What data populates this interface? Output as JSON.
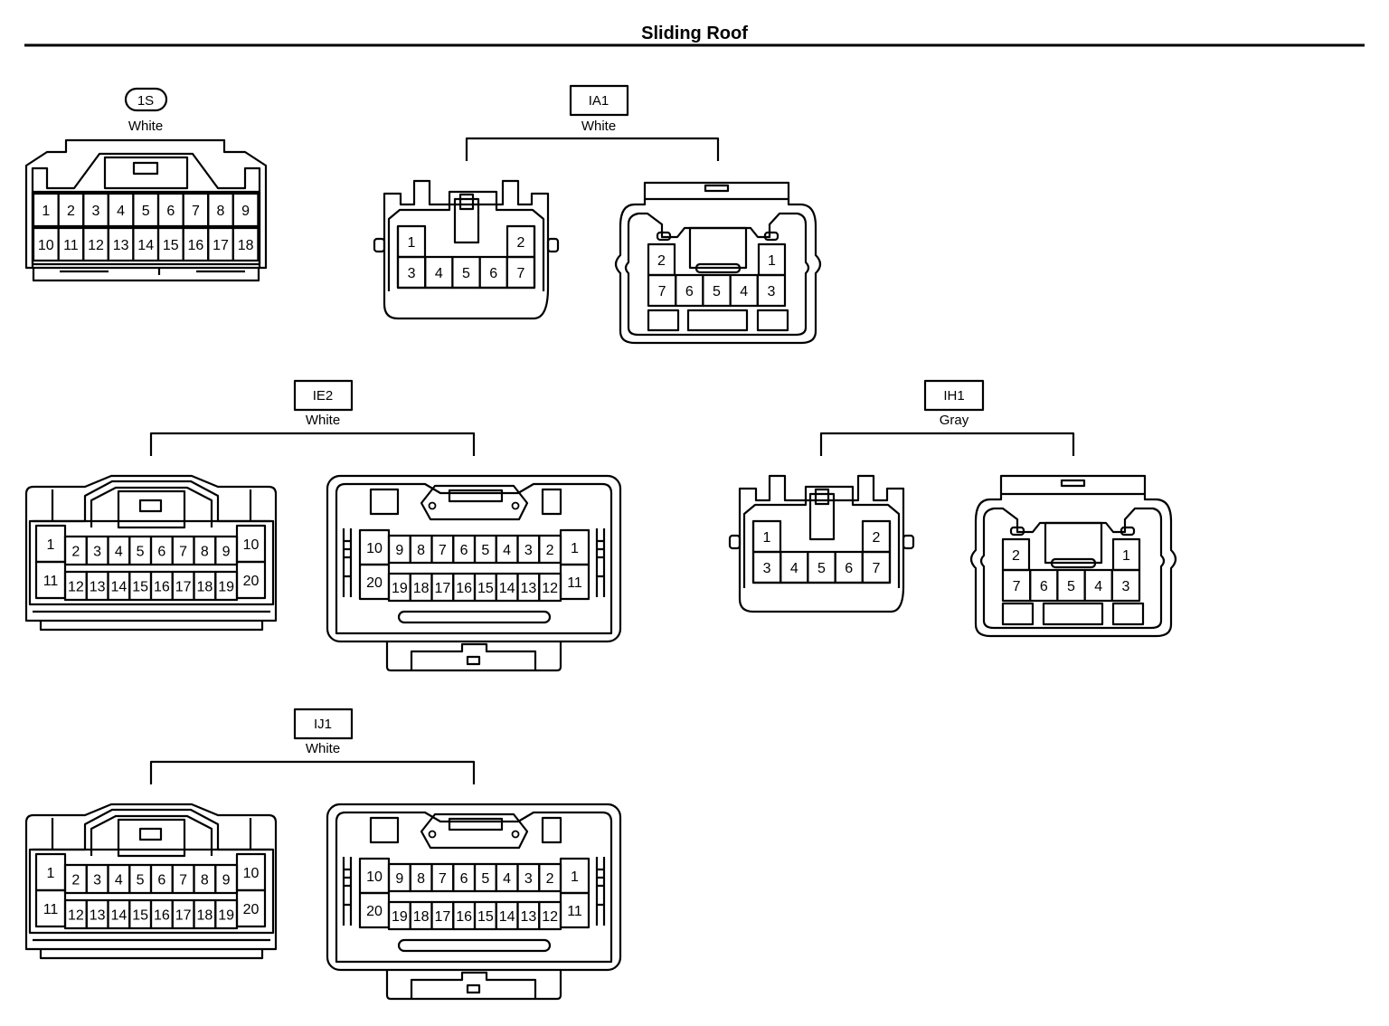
{
  "title": "Sliding Roof",
  "connectors": {
    "c1S": {
      "code": "1S",
      "color": "White",
      "pins": [
        "1",
        "2",
        "3",
        "4",
        "5",
        "6",
        "7",
        "8",
        "9",
        "10",
        "11",
        "12",
        "13",
        "14",
        "15",
        "16",
        "17",
        "18"
      ]
    },
    "cIA1": {
      "code": "IA1",
      "color": "White",
      "male_pins": [
        "1",
        "2",
        "3",
        "4",
        "5",
        "6",
        "7"
      ],
      "female_pins": [
        "2",
        "1",
        "7",
        "6",
        "5",
        "4",
        "3"
      ]
    },
    "cIE2": {
      "code": "IE2",
      "color": "White",
      "male_pins": [
        "1",
        "2",
        "3",
        "4",
        "5",
        "6",
        "7",
        "8",
        "9",
        "10",
        "11",
        "12",
        "13",
        "14",
        "15",
        "16",
        "17",
        "18",
        "19",
        "20"
      ],
      "female_pins": [
        "10",
        "9",
        "8",
        "7",
        "6",
        "5",
        "4",
        "3",
        "2",
        "1",
        "20",
        "19",
        "18",
        "17",
        "16",
        "15",
        "14",
        "13",
        "12",
        "11"
      ]
    },
    "cIH1": {
      "code": "IH1",
      "color": "Gray",
      "male_pins": [
        "1",
        "2",
        "3",
        "4",
        "5",
        "6",
        "7"
      ],
      "female_pins": [
        "2",
        "1",
        "7",
        "6",
        "5",
        "4",
        "3"
      ]
    },
    "cIJ1": {
      "code": "IJ1",
      "color": "White",
      "male_pins": [
        "1",
        "2",
        "3",
        "4",
        "5",
        "6",
        "7",
        "8",
        "9",
        "10",
        "11",
        "12",
        "13",
        "14",
        "15",
        "16",
        "17",
        "18",
        "19",
        "20"
      ],
      "female_pins": [
        "10",
        "9",
        "8",
        "7",
        "6",
        "5",
        "4",
        "3",
        "2",
        "1",
        "20",
        "19",
        "18",
        "17",
        "16",
        "15",
        "14",
        "13",
        "12",
        "11"
      ]
    }
  }
}
